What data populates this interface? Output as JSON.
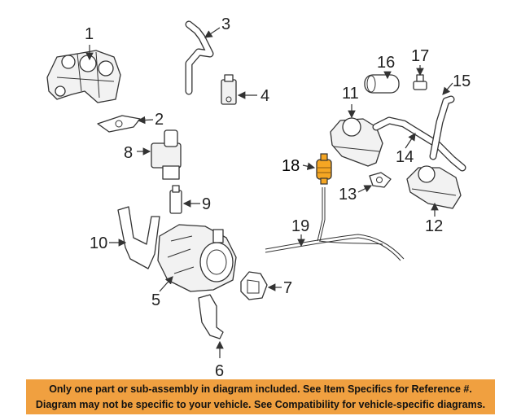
{
  "callouts": {
    "c1": "1",
    "c2": "2",
    "c3": "3",
    "c4": "4",
    "c5": "5",
    "c6": "6",
    "c7": "7",
    "c8": "8",
    "c9": "9",
    "c10": "10",
    "c11": "11",
    "c12": "12",
    "c13": "13",
    "c14": "14",
    "c15": "15",
    "c16": "16",
    "c17": "17",
    "c18": "18",
    "c19": "19"
  },
  "highlight": {
    "part": "18",
    "color": "#f5a623"
  },
  "footer": {
    "line1": "Only one part or sub-assembly in diagram included. See Item Specifics for Reference #.",
    "line2": "Diagram may not be specific to your vehicle. See Compatibility for vehicle-specific diagrams.",
    "background": "#f0a040"
  }
}
